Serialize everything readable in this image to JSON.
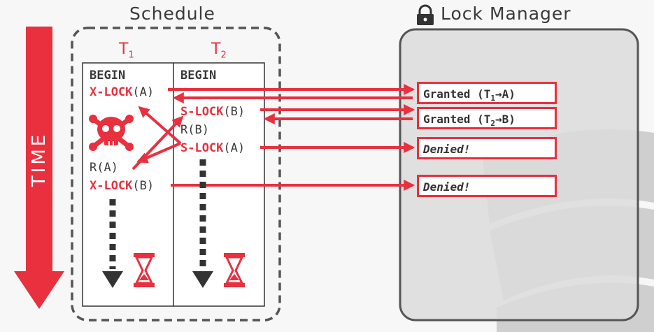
{
  "schedule": {
    "title": "Schedule",
    "t1_label": "T",
    "t1_sub": "1",
    "t2_label": "T",
    "t2_sub": "2",
    "t1_ops": {
      "begin": "BEGIN",
      "xlock_a_kw": "X-LOCK",
      "xlock_a_arg": "(A)",
      "read_a": "R(A)",
      "xlock_b_kw": "X-LOCK",
      "xlock_b_arg": "(B)"
    },
    "t2_ops": {
      "begin": "BEGIN",
      "slock_b_kw": "S-LOCK",
      "slock_b_arg": "(B)",
      "read_b": "R(B)",
      "slock_a_kw": "S-LOCK",
      "slock_a_arg": "(A)"
    }
  },
  "lock_manager": {
    "title": "Lock Manager",
    "responses": [
      {
        "pre": "Granted (T",
        "sub": "1",
        "post": "→A)"
      },
      {
        "pre": "Granted (T",
        "sub": "2",
        "post": "→B)"
      },
      {
        "text": "Denied!"
      },
      {
        "text": "Denied!"
      }
    ]
  },
  "time_axis": {
    "label": "TIME"
  },
  "colors": {
    "accent": "#e8303f",
    "ink": "#3a3a3a",
    "panel_border": "#555555"
  }
}
